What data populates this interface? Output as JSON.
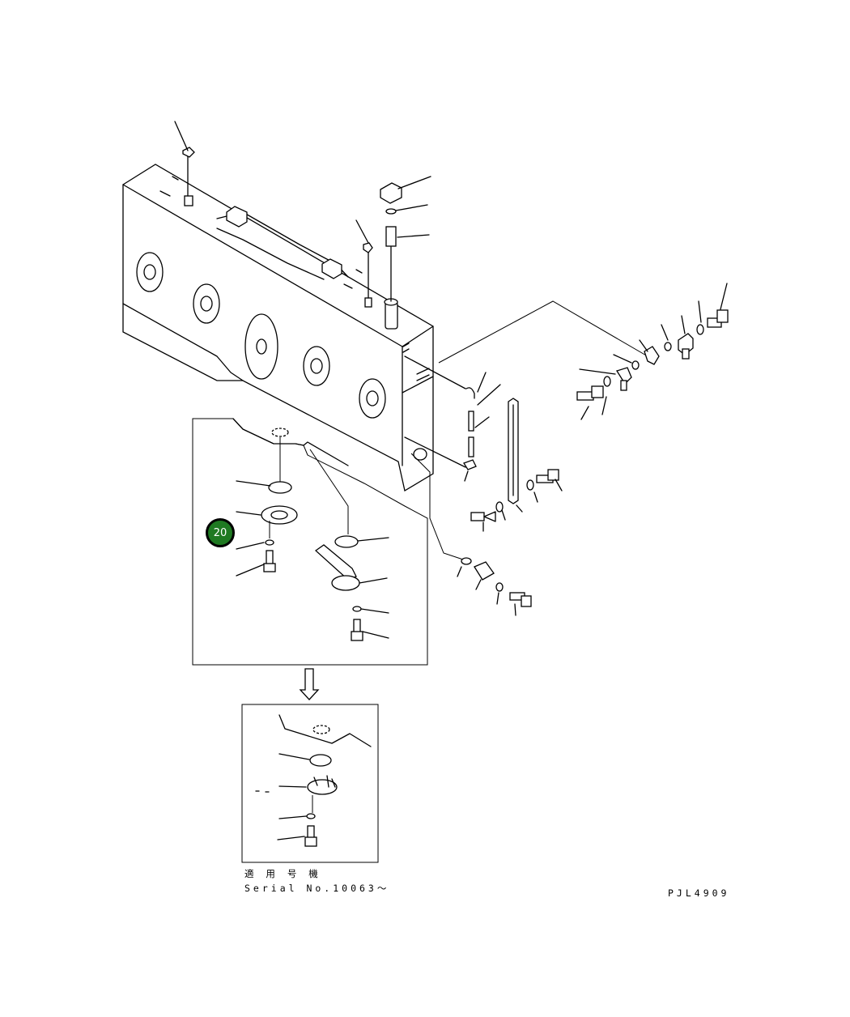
{
  "callout": {
    "label": "20",
    "color": "#1f7a22"
  },
  "lower_inset": {
    "applicability_label": "適 用 号 機",
    "serial_label": "Serial No.10063～"
  },
  "drawing_code": "PJL4909"
}
